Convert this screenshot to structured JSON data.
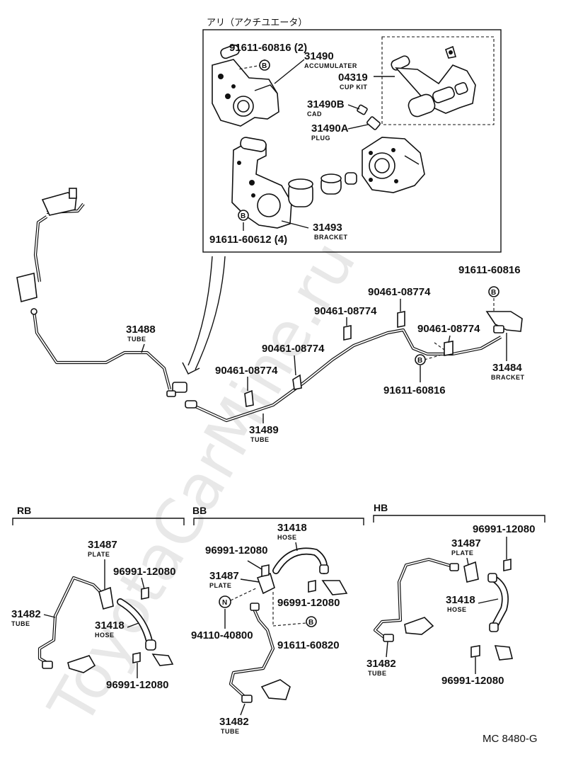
{
  "watermark": "ToyotaCarMine.ru",
  "figure_code": "MC 8480-G",
  "inset": {
    "title": "アリ（アクチユエータ）",
    "parts": [
      {
        "number": "91611-60816 (2)",
        "name": "",
        "circle": "B"
      },
      {
        "number": "31490",
        "name": "ACCUMULATER"
      },
      {
        "number": "04319",
        "name": "CUP KIT"
      },
      {
        "number": "31490B",
        "name": "CAD"
      },
      {
        "number": "31490A",
        "name": "PLUG"
      },
      {
        "number": "31493",
        "name": "BRACKET"
      },
      {
        "number": "91611-60612 (4)",
        "name": "",
        "circle": "B"
      }
    ]
  },
  "main": {
    "parts": [
      {
        "number": "31488",
        "name": "TUBE"
      },
      {
        "number": "31489",
        "name": "TUBE"
      },
      {
        "number": "90461-08774",
        "name": ""
      },
      {
        "number": "90461-08774",
        "name": ""
      },
      {
        "number": "90461-08774",
        "name": ""
      },
      {
        "number": "90461-08774",
        "name": ""
      },
      {
        "number": "90461-08774",
        "name": ""
      },
      {
        "number": "91611-60816",
        "name": "",
        "circle": "B"
      },
      {
        "number": "91611-60816",
        "name": "",
        "circle": "B"
      },
      {
        "number": "31484",
        "name": "BRACKET"
      }
    ]
  },
  "sections": {
    "rb": {
      "label": "RB",
      "parts": [
        {
          "number": "31487",
          "name": "PLATE"
        },
        {
          "number": "96991-12080",
          "name": ""
        },
        {
          "number": "31482",
          "name": "TUBE"
        },
        {
          "number": "31418",
          "name": "HOSE"
        },
        {
          "number": "96991-12080",
          "name": ""
        }
      ]
    },
    "bb": {
      "label": "BB",
      "parts": [
        {
          "number": "31418",
          "name": "HOSE"
        },
        {
          "number": "96991-12080",
          "name": ""
        },
        {
          "number": "31487",
          "name": "PLATE"
        },
        {
          "number": "96991-12080",
          "name": ""
        },
        {
          "number": "94110-40800",
          "name": "",
          "circle": "N"
        },
        {
          "number": "91611-60820",
          "name": "",
          "circle": "B"
        },
        {
          "number": "31482",
          "name": "TUBE"
        }
      ]
    },
    "hb": {
      "label": "HB",
      "parts": [
        {
          "number": "96991-12080",
          "name": ""
        },
        {
          "number": "31487",
          "name": "PLATE"
        },
        {
          "number": "31418",
          "name": "HOSE"
        },
        {
          "number": "31482",
          "name": "TUBE"
        },
        {
          "number": "96991-12080",
          "name": ""
        }
      ]
    }
  }
}
